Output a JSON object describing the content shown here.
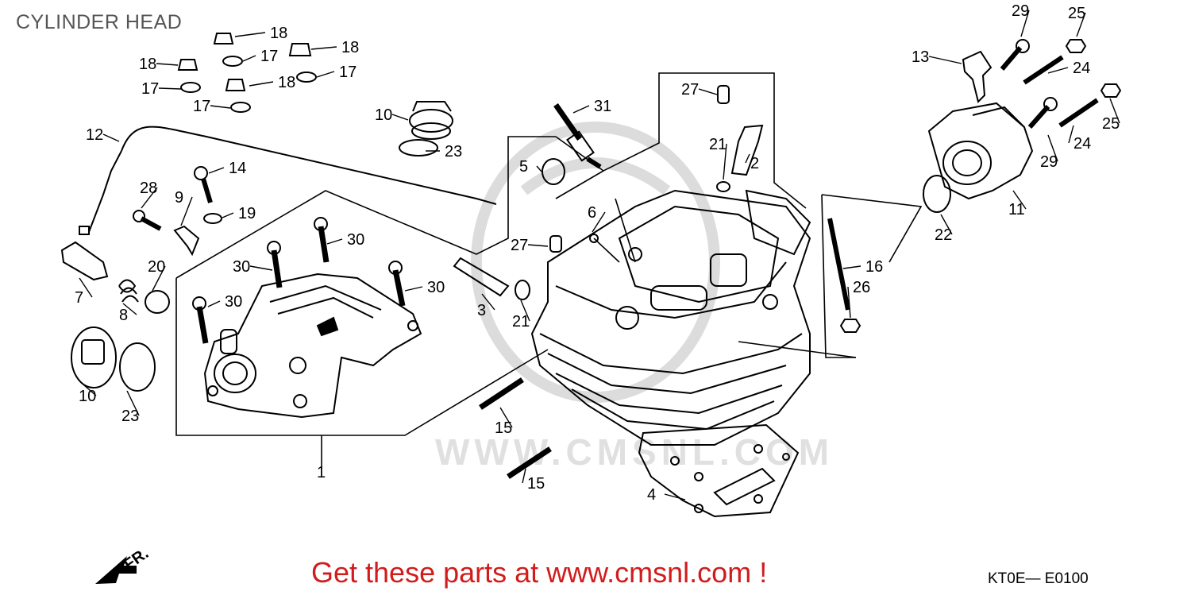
{
  "title": "CYLINDER HEAD",
  "cta": "Get these parts at www.cmsnl.com !",
  "diagram_code": "KT0E— E0100",
  "front_marker": "FR.",
  "watermark": "WWW.CMSNL.COM",
  "colors": {
    "line": "#000000",
    "cta": "#d21c1c",
    "title": "#555555",
    "watermark": "#d9d9d9"
  },
  "callouts": [
    "18",
    "17",
    "18",
    "17",
    "18",
    "17",
    "18",
    "17",
    "12",
    "10",
    "23",
    "31",
    "27",
    "29",
    "25",
    "13",
    "24",
    "24",
    "25",
    "29",
    "28",
    "9",
    "14",
    "19",
    "5",
    "21",
    "2",
    "11",
    "22",
    "6",
    "27",
    "30",
    "30",
    "30",
    "30",
    "7",
    "20",
    "8",
    "3",
    "21",
    "16",
    "26",
    "10",
    "23",
    "15",
    "15",
    "1",
    "4"
  ]
}
